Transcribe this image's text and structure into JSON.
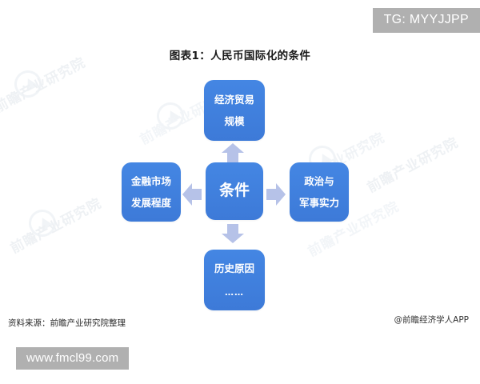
{
  "badges": {
    "tg": "TG: MYYJJPP",
    "url": "www.fmcl99.com"
  },
  "chart": {
    "title": "图表1：人民币国际化的条件",
    "source": "资料来源：前瞻产业研究院整理",
    "app_credit": "@前瞻经济学人APP",
    "watermark_text": "前瞻产业研究院"
  },
  "chart_data": {
    "type": "diagram",
    "title": "图表1：人民币国际化的条件",
    "layout": "center-radial-four-branch",
    "center": {
      "id": "center",
      "label": "条件",
      "lines": [
        "条件"
      ]
    },
    "branches": [
      {
        "id": "top",
        "position": "top",
        "lines": [
          "经济贸易",
          "规模"
        ],
        "label": "经济贸易规模",
        "arrow": {
          "direction": "up",
          "from": "center",
          "to": "top"
        }
      },
      {
        "id": "right",
        "position": "right",
        "lines": [
          "政治与",
          "军事实力"
        ],
        "label": "政治与军事实力",
        "arrow": {
          "direction": "right",
          "from": "center",
          "to": "right"
        }
      },
      {
        "id": "bottom",
        "position": "bottom",
        "lines": [
          "历史原因",
          "……"
        ],
        "label": "历史原因……",
        "arrow": {
          "direction": "down",
          "from": "center",
          "to": "bottom"
        }
      },
      {
        "id": "left",
        "position": "left",
        "lines": [
          "金融市场",
          "发展程度"
        ],
        "label": "金融市场发展程度",
        "arrow": {
          "direction": "left",
          "from": "center",
          "to": "left"
        }
      }
    ],
    "colors": {
      "node_fill": "#4486e3",
      "node_text": "#ffffff",
      "arrow_fill": "#b6c2e8",
      "background": "#ffffff",
      "badge_bg": "#b0b0b0",
      "title_text": "#1a1a1a"
    }
  },
  "nodes": {
    "top": {
      "line1": "经济贸易",
      "line2": "规模"
    },
    "center": {
      "line1": "条件"
    },
    "left": {
      "line1": "金融市场",
      "line2": "发展程度"
    },
    "right": {
      "line1": "政治与",
      "line2": "军事实力"
    },
    "bottom": {
      "line1": "历史原因",
      "line2": "……"
    }
  }
}
